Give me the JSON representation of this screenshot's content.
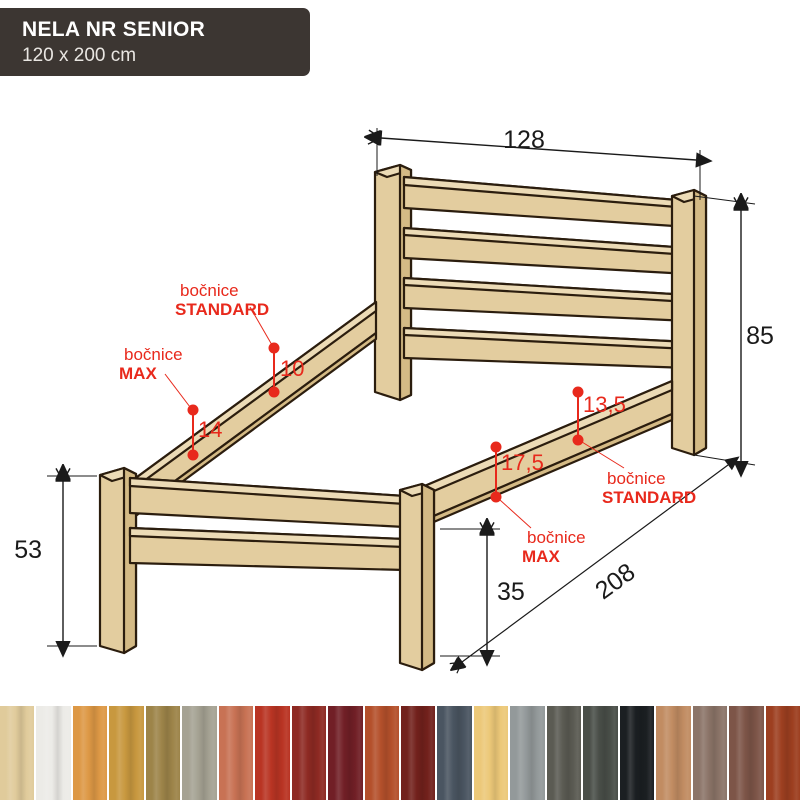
{
  "title": {
    "model": "NELA NR SENIOR",
    "size": "120 x 200 cm"
  },
  "product_type": "bed-frame-technical-drawing",
  "units": "cm",
  "dimensions": {
    "width_top": "128",
    "headboard_height": "85",
    "footboard_height": "53",
    "length_diagonal": "208",
    "under_bed_clearance": "35"
  },
  "side_rail_annotations": [
    {
      "label_line1": "bočnice",
      "label_line2": "STANDARD",
      "value": "10",
      "side": "left"
    },
    {
      "label_line1": "bočnice",
      "label_line2": "MAX",
      "value": "14",
      "side": "left"
    },
    {
      "label_line1": "bočnice",
      "label_line2": "STANDARD",
      "value": "13,5",
      "side": "right"
    },
    {
      "label_line1": "bočnice",
      "label_line2": "MAX",
      "value": "17,5",
      "side": "right"
    }
  ],
  "colors": {
    "banner_bg": "#3c3632",
    "wood_fill": "#e3cd9f",
    "wood_fill_light": "#ecdbb6",
    "wood_fill_dark": "#d4ba85",
    "wood_outline": "#2b1d0e",
    "dimension_line": "#1a1a1a",
    "annotation_red": "#e8291c"
  },
  "swatches": [
    {
      "name": "swatch-beige",
      "hex": "#e0cb9b"
    },
    {
      "name": "swatch-white",
      "hex": "#ecebe7"
    },
    {
      "name": "swatch-orange-oak",
      "hex": "#dd9845"
    },
    {
      "name": "swatch-golden-oak",
      "hex": "#c8983f"
    },
    {
      "name": "swatch-olive-brown",
      "hex": "#9d8449"
    },
    {
      "name": "swatch-grey-wood",
      "hex": "#a5a293"
    },
    {
      "name": "swatch-salmon",
      "hex": "#c87254"
    },
    {
      "name": "swatch-red",
      "hex": "#b93423"
    },
    {
      "name": "swatch-dark-red",
      "hex": "#8e2a23"
    },
    {
      "name": "swatch-burgundy",
      "hex": "#711f26"
    },
    {
      "name": "swatch-orange-red",
      "hex": "#b4502b"
    },
    {
      "name": "swatch-mahogany",
      "hex": "#72211c"
    },
    {
      "name": "swatch-navy-grey",
      "hex": "#4a5561"
    },
    {
      "name": "swatch-light-yellow",
      "hex": "#ecc878"
    },
    {
      "name": "swatch-silver-grey",
      "hex": "#93999a"
    },
    {
      "name": "swatch-dark-grey",
      "hex": "#5b5b53"
    },
    {
      "name": "swatch-charcoal",
      "hex": "#494e48"
    },
    {
      "name": "swatch-black",
      "hex": "#1b1f22"
    },
    {
      "name": "swatch-light-walnut",
      "hex": "#c18c62"
    },
    {
      "name": "swatch-grey-walnut",
      "hex": "#8b7468"
    },
    {
      "name": "swatch-brown-walnut",
      "hex": "#7d5548"
    },
    {
      "name": "swatch-rust-wood",
      "hex": "#9d3f20"
    }
  ]
}
